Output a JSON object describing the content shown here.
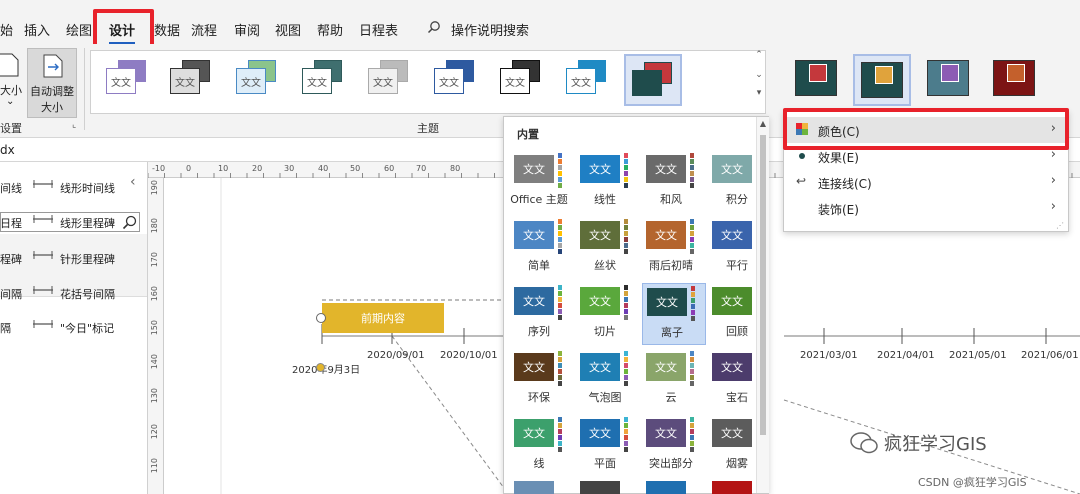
{
  "menubar": {
    "tabs": [
      "始",
      "插入",
      "绘图",
      "设计",
      "数据",
      "流程",
      "审阅",
      "视图",
      "帮助",
      "日程表"
    ],
    "active_tab": "设计",
    "search_label": "操作说明搜索"
  },
  "ribbon": {
    "size_label": "大小",
    "auto_fit_label_1": "自动调整",
    "auto_fit_label_2": "大小",
    "page_setup_group": "设置",
    "themes_group": "主题",
    "theme_thumb_text": "文文"
  },
  "formula_bar": {
    "name": "dx"
  },
  "left_pane": {
    "shapes": [
      {
        "left": "间线",
        "right": "线形时间线"
      },
      {
        "left": "日程",
        "right": "线形里程碑"
      },
      {
        "left": "程碑",
        "right": "针形里程碑"
      },
      {
        "left": "间隔",
        "right": "花括号间隔"
      },
      {
        "left": "隔",
        "right": "\"今日\"标记"
      }
    ]
  },
  "ruler": {
    "h": [
      "-10",
      "0",
      "10",
      "20",
      "30",
      "40",
      "50",
      "60",
      "70",
      "80"
    ],
    "v": [
      "190",
      "180",
      "170",
      "160",
      "150",
      "140",
      "130",
      "120",
      "110"
    ]
  },
  "canvas": {
    "bar_label": "前期内容",
    "start_label": "2020年9月3日",
    "dates_left": [
      "2020/09/01",
      "2020/10/01"
    ],
    "dates_right": [
      "2021/03/01",
      "2021/04/01",
      "2021/05/01",
      "2021/06/01"
    ]
  },
  "themes_dropdown": {
    "header": "内置",
    "swatch_text": "文文",
    "themes": [
      {
        "name": "Office 主题",
        "color": "#7f7f7f",
        "dots": [
          "#4472c4",
          "#ed7d31",
          "#a5a5a5",
          "#ffc000",
          "#5b9bd5",
          "#70ad47"
        ]
      },
      {
        "name": "线性",
        "color": "#1f7fc4",
        "dots": [
          "#e14b5a",
          "#3c9bd6",
          "#27ae60",
          "#8e44ad",
          "#f1c40f",
          "#2c3e50"
        ]
      },
      {
        "name": "和风",
        "color": "#6a6a6a",
        "dots": [
          "#b0483c",
          "#5b8c5a",
          "#4b6e8a",
          "#c09050",
          "#7a5a8a",
          "#444444"
        ]
      },
      {
        "name": "积分",
        "color": "#7fa9a9",
        "dots": [
          "#2e7d7d",
          "#d96b3d",
          "#4aa86b",
          "#3e6fb3",
          "#a94466",
          "#7a7a7a"
        ]
      },
      {
        "name": "简单",
        "color": "#4c86c4",
        "dots": [
          "#ed7d31",
          "#70ad47",
          "#ffc000",
          "#5b9bd5",
          "#a5a5a5",
          "#264478"
        ]
      },
      {
        "name": "丝状",
        "color": "#5f6e3a",
        "dots": [
          "#b48c3c",
          "#6f7f3a",
          "#c9a13b",
          "#8c3c3c",
          "#4c6c8c",
          "#444444"
        ]
      },
      {
        "name": "雨后初晴",
        "color": "#b4652e",
        "dots": [
          "#3c78b4",
          "#6ca03c",
          "#d4a33c",
          "#8c3cb4",
          "#3cb4a0",
          "#666666"
        ]
      },
      {
        "name": "平行",
        "color": "#3a64ac",
        "dots": [
          "#e8a33c",
          "#d44c3c",
          "#5aa04c",
          "#7c5cac",
          "#3cacc8",
          "#444444"
        ]
      },
      {
        "name": "序列",
        "color": "#2d6aa0",
        "dots": [
          "#3cb4c8",
          "#6cb43c",
          "#f0b43c",
          "#d44c3c",
          "#8c5cb4",
          "#444444"
        ]
      },
      {
        "name": "切片",
        "color": "#5aa83c",
        "dots": [
          "#2c2c2c",
          "#d4a33c",
          "#3c78b4",
          "#b43c5c",
          "#6c3cb4",
          "#777777"
        ]
      },
      {
        "name": "离子",
        "color": "#1f4c4c",
        "dots": [
          "#c4383c",
          "#e0a33c",
          "#3c9c6c",
          "#3c6cb4",
          "#8c3cb4",
          "#555555"
        ]
      },
      {
        "name": "回顾",
        "color": "#4c8c2c",
        "dots": [
          "#e8a33c",
          "#3c78b4",
          "#b43c3c",
          "#8c6c3c",
          "#6c3cb4",
          "#555555"
        ]
      },
      {
        "name": "环保",
        "color": "#5a3a1c",
        "dots": [
          "#8cb43c",
          "#d4a33c",
          "#3c8cb4",
          "#b4503c",
          "#6c6c3c",
          "#444444"
        ]
      },
      {
        "name": "气泡图",
        "color": "#1f7fb4",
        "dots": [
          "#3cb4d4",
          "#f0b43c",
          "#d44c6c",
          "#6cb43c",
          "#8c5cb4",
          "#444444"
        ]
      },
      {
        "name": "云",
        "color": "#8aa56a",
        "dots": [
          "#4c86c4",
          "#d48c3c",
          "#6cb4b4",
          "#b46c8c",
          "#8c8c3c",
          "#666666"
        ]
      },
      {
        "name": "宝石",
        "color": "#4c3c6c",
        "dots": [
          "#c4383c",
          "#3c9cb4",
          "#e0b43c",
          "#6cb43c",
          "#8c5cb4",
          "#555555"
        ]
      },
      {
        "name": "线",
        "color": "#3ca06c",
        "dots": [
          "#3c78b4",
          "#d4a33c",
          "#b43c5c",
          "#6c3cb4",
          "#3cb4c8",
          "#555555"
        ]
      },
      {
        "name": "平面",
        "color": "#1f6fb0",
        "dots": [
          "#3cb4d4",
          "#6cb43c",
          "#f0a33c",
          "#d44c3c",
          "#8c5cb4",
          "#444444"
        ]
      },
      {
        "name": "突出部分",
        "color": "#5c4c7c",
        "dots": [
          "#3cb4a0",
          "#d4a33c",
          "#b43c5c",
          "#3c78b4",
          "#8cb43c",
          "#555555"
        ]
      },
      {
        "name": "烟雾",
        "color": "#5c5c5c",
        "dots": [
          "#3c9cb4",
          "#d4823c",
          "#6cb43c",
          "#b43c6c",
          "#8c5cb4",
          "#444444"
        ]
      }
    ],
    "selected": "离子"
  },
  "variants": [
    {
      "bg": "#1f4c4c",
      "fg": "#c4383c"
    },
    {
      "bg": "#1f4c4c",
      "fg": "#e0a33c"
    },
    {
      "bg": "#4c7c8c",
      "fg": "#8c5cb4"
    },
    {
      "bg": "#7c1414",
      "fg": "#c4602c"
    }
  ],
  "context_menu": {
    "items": [
      {
        "label": "颜色(C)",
        "icon": "color-palette-icon"
      },
      {
        "label": "效果(E)",
        "icon": "dot-icon"
      },
      {
        "label": "连接线(C)",
        "icon": "connector-icon"
      },
      {
        "label": "装饰(E)",
        "icon": ""
      }
    ]
  },
  "watermark": {
    "main": "疯狂学习GIS",
    "sub": "CSDN @疯狂学习GIS"
  }
}
